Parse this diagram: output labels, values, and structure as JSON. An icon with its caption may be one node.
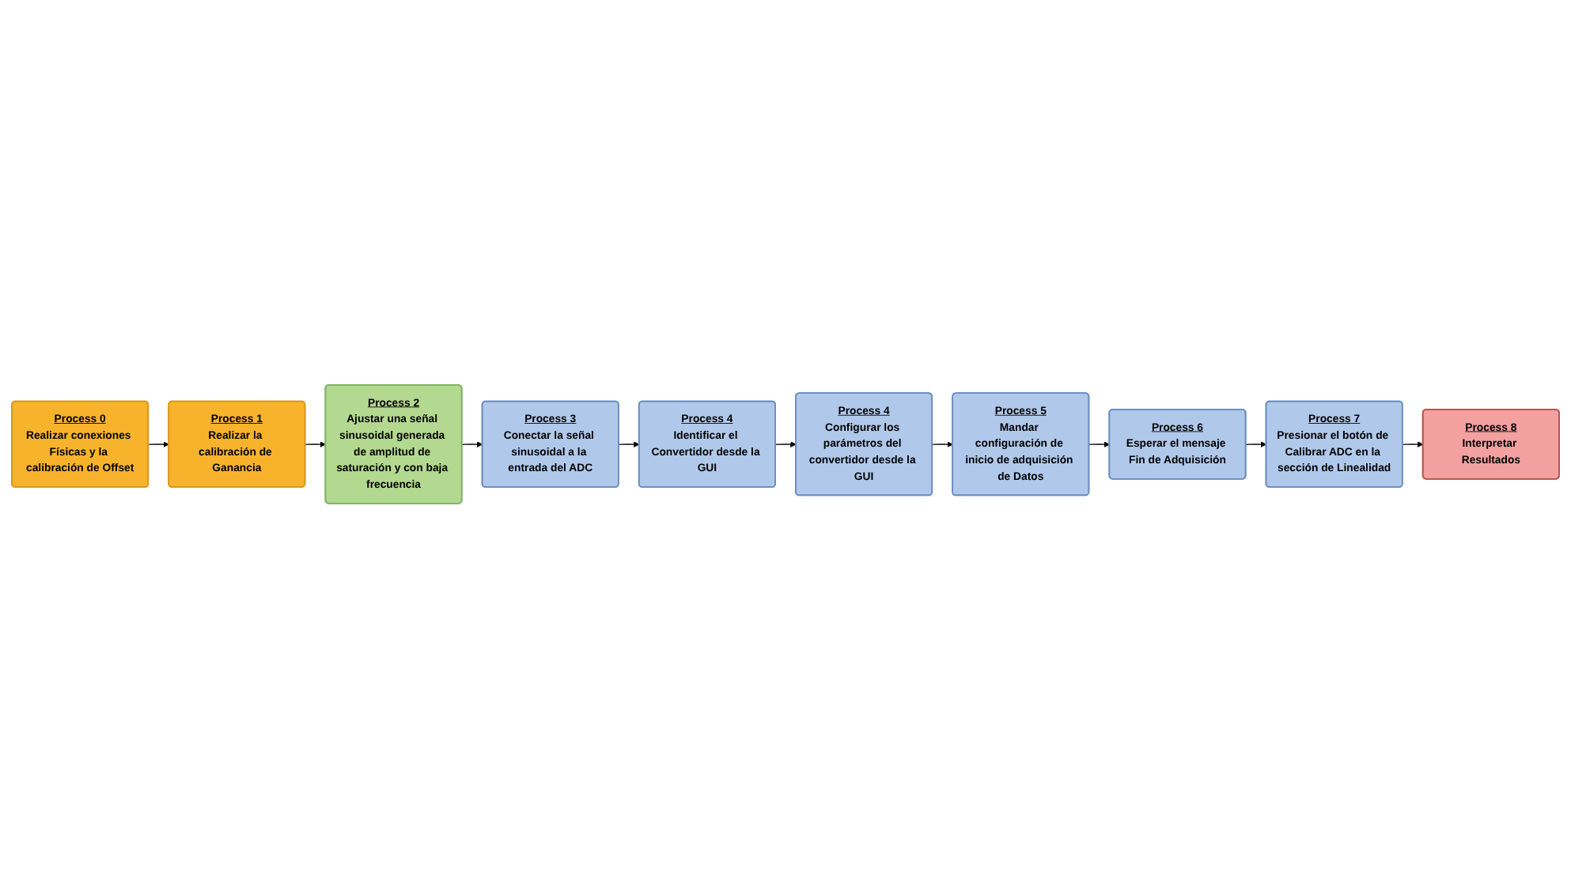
{
  "diagram": {
    "nodes": [
      {
        "text": [
          "Process 0",
          "Realizar conexiones Físicas y la calibración de Offset"
        ]
      },
      {
        "text": [
          "Process 1",
          "Realizar la calibración de Ganancia"
        ]
      },
      {
        "text": [
          "Process 2",
          "Ajustar una señal sinusoidal generada de amplitud de saturación y con baja frecuencia"
        ]
      },
      {
        "text": [
          "Process 3",
          "Conectar la señal sinusoidal a la entrada del ADC"
        ]
      },
      {
        "text": [
          "Process 6",
          "Esperar el mensaje Fin de Adquisición"
        ]
      },
      {
        "text": [
          "Process 5",
          "Mandar configuración de inicio de adquisición de Datos"
        ]
      },
      {
        "text": [
          "Process 4",
          "Configurar los parámetros del convertidor desde la GUI"
        ]
      },
      {
        "text": [
          "Process 4",
          "Identificar el Convertidor desde la GUI"
        ]
      },
      {
        "text": [
          "Process 7",
          "Presionar el botón de Calibrar ADC en la sección de Linealidad"
        ]
      },
      {
        "text": [
          "Process 8",
          "Interpretar Resultados"
        ]
      }
    ],
    "edges": [
      {
        "from": 0,
        "to": 1,
        "arrow": "to"
      },
      {
        "from": 1,
        "to": 2,
        "arrow": "to"
      },
      {
        "from": 2,
        "to": 3,
        "arrow": "to"
      },
      {
        "from": 3,
        "to": 7,
        "arrow": "to"
      },
      {
        "from": 7,
        "to": 6,
        "arrow": "to"
      },
      {
        "from": 6,
        "to": 5,
        "arrow": "to"
      },
      {
        "from": 5,
        "to": 4,
        "arrow": "to"
      },
      {
        "from": 4,
        "to": 8,
        "arrow": "to"
      },
      {
        "from": 8,
        "to": 9,
        "arrow": "to"
      }
    ]
  }
}
